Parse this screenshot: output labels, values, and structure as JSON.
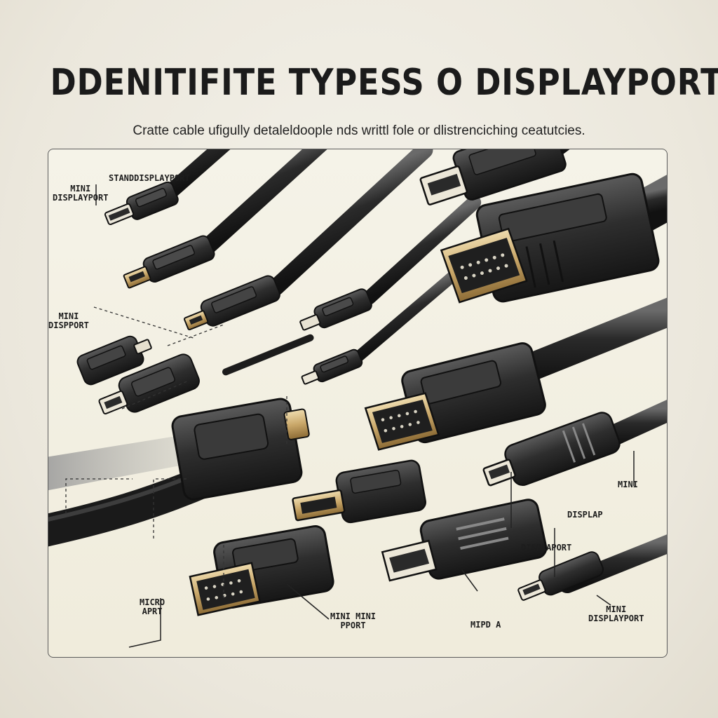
{
  "title": "DDENITIFITE TYPESS O DISPLAYPORT ABLE",
  "subtitle": "Cratte cable ufigully detaleldoople nds writtl fole or dlistrenciching ceatutcies.",
  "labels": {
    "standard_top": "STANDDISPLAYPORT",
    "mini_top": "MINI\nDISPLAYPORT",
    "mini_mid": "MINI\nDISPPORT",
    "mini_right": "MINI",
    "displ_right": "DISPLAP",
    "displayport_right": "DISPLAPORT",
    "micro": "MICRO\nAPRT",
    "mini_port": "MINI MINI\nPPORT",
    "mini_a": "MIPD A",
    "mini_displayport_bottom": "MINI\nDISPLAYPORT"
  },
  "colors": {
    "ink": "#1b1b1b",
    "body": "#2c2c2c",
    "gold": "#c9a769",
    "paper": "#f2efe3"
  }
}
